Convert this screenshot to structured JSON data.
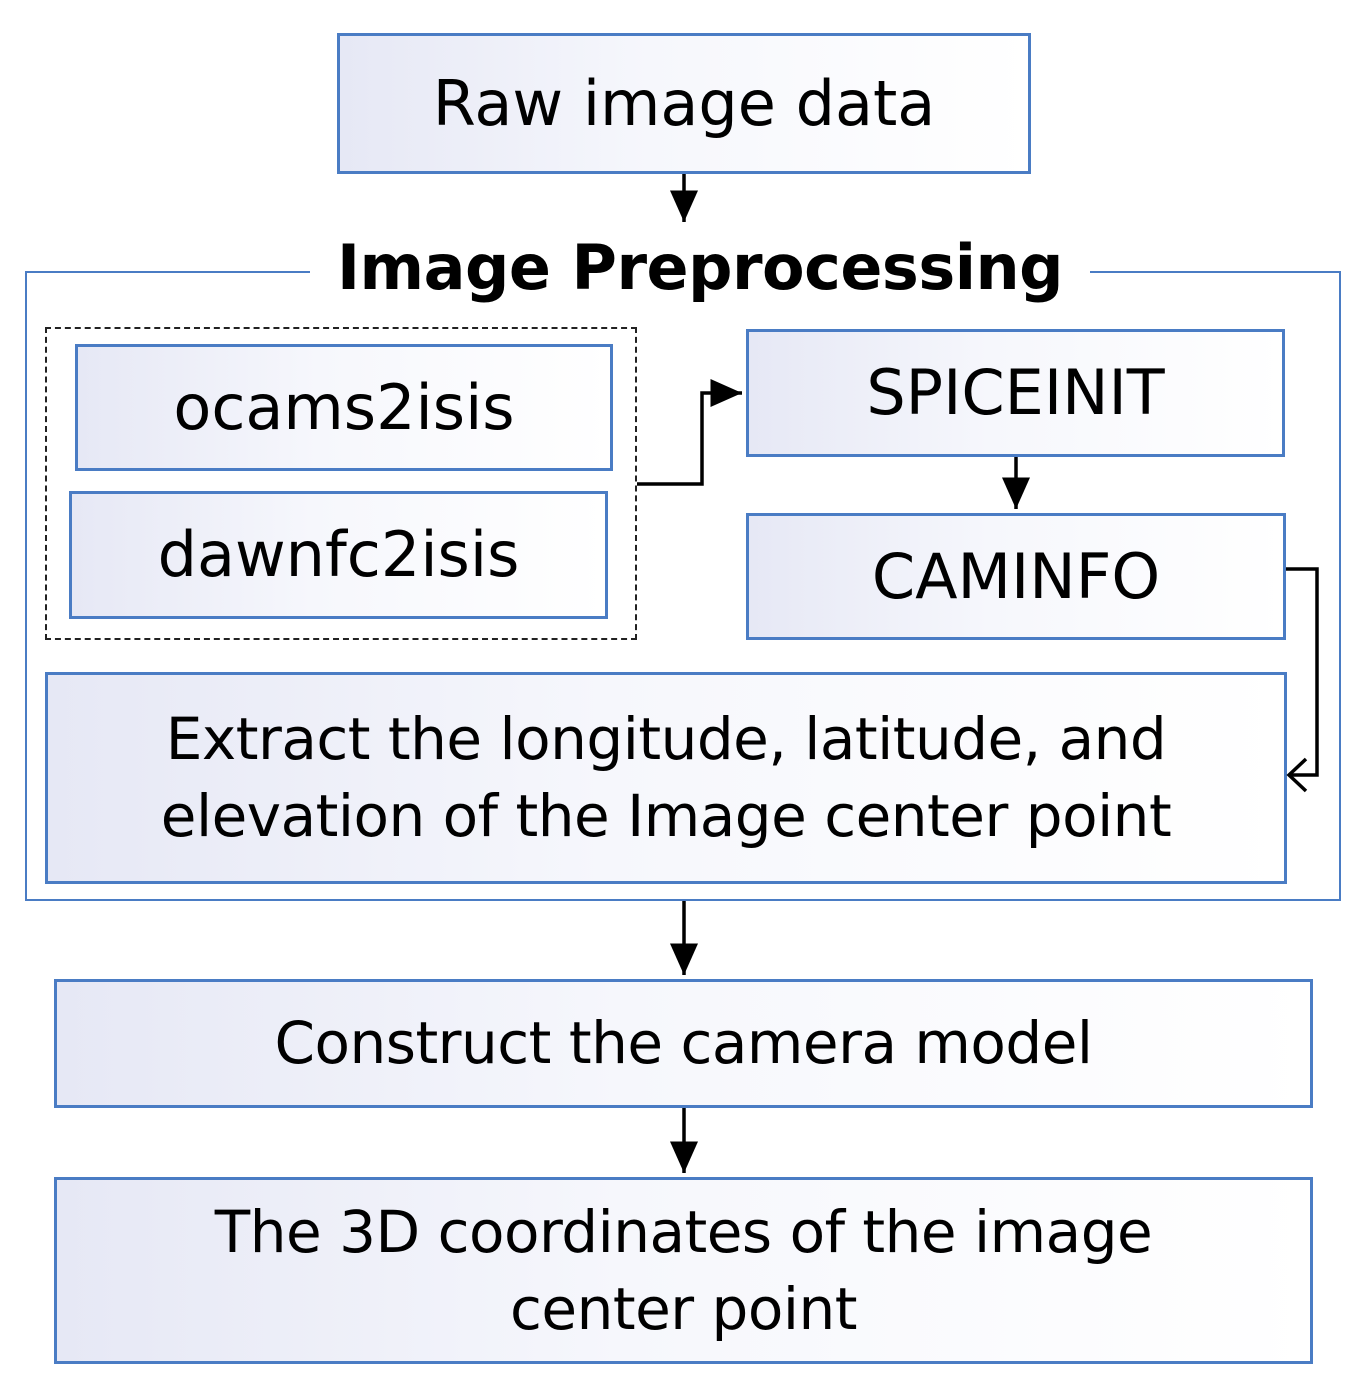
{
  "diagram": {
    "raw_image_data": "Raw image data",
    "group_title": "Image Preprocessing",
    "ocams2isis": "ocams2isis",
    "dawnfc2isis": "dawnfc2isis",
    "spiceinit": "SPICEINIT",
    "caminfo": "CAMINFO",
    "extract_line1": "Extract the longitude, latitude, and",
    "extract_line2": "elevation of the Image center point",
    "construct_camera": "Construct the camera model",
    "result_line1": "The 3D coordinates of the image",
    "result_line2": "center point"
  },
  "colors": {
    "box_border": "#4a7cc4",
    "box_fill_start": "#e6e8f5",
    "arrow": "#000000"
  }
}
